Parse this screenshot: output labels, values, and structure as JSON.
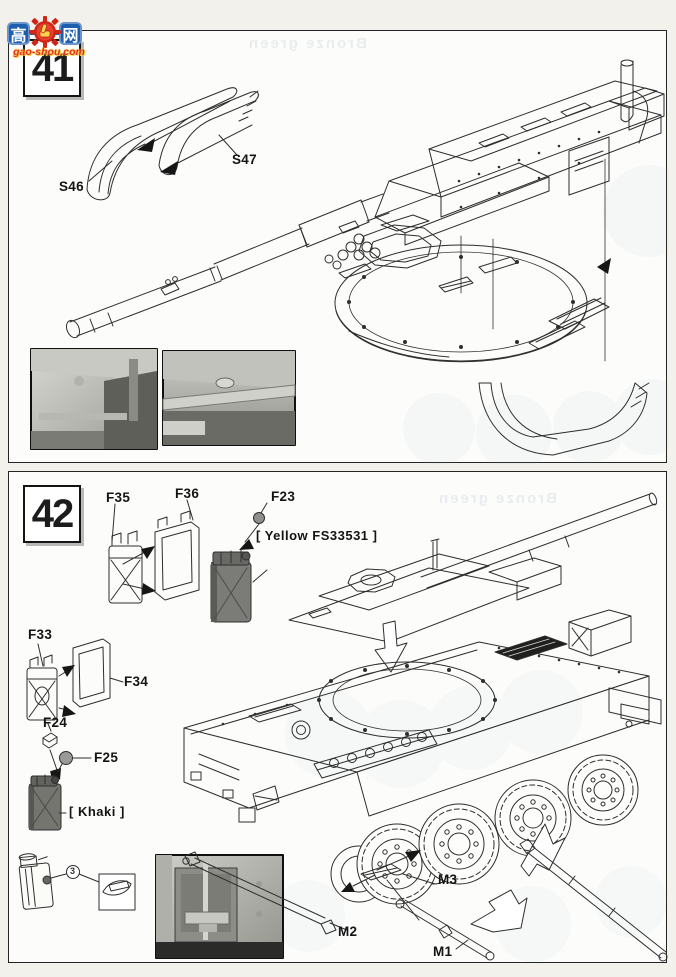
{
  "logo": {
    "left_char": "高",
    "right_char": "网",
    "site": "gao-shou.com"
  },
  "bleedthrough_text": "Bronze green",
  "step41": {
    "number": "41",
    "labels": {
      "s46": "S46",
      "s47": "S47"
    }
  },
  "step42": {
    "number": "42",
    "labels": {
      "f35": "F35",
      "f36": "F36",
      "f23": "F23",
      "f33": "F33",
      "f34": "F34",
      "f24": "F24",
      "f25": "F25",
      "m1": "M1",
      "m2": "M2",
      "m3": "M3",
      "circled_number": "3"
    },
    "paint_notes": {
      "yellow": "[ Yellow  FS33531 ]",
      "khaki": "[ Khaki ]"
    }
  }
}
